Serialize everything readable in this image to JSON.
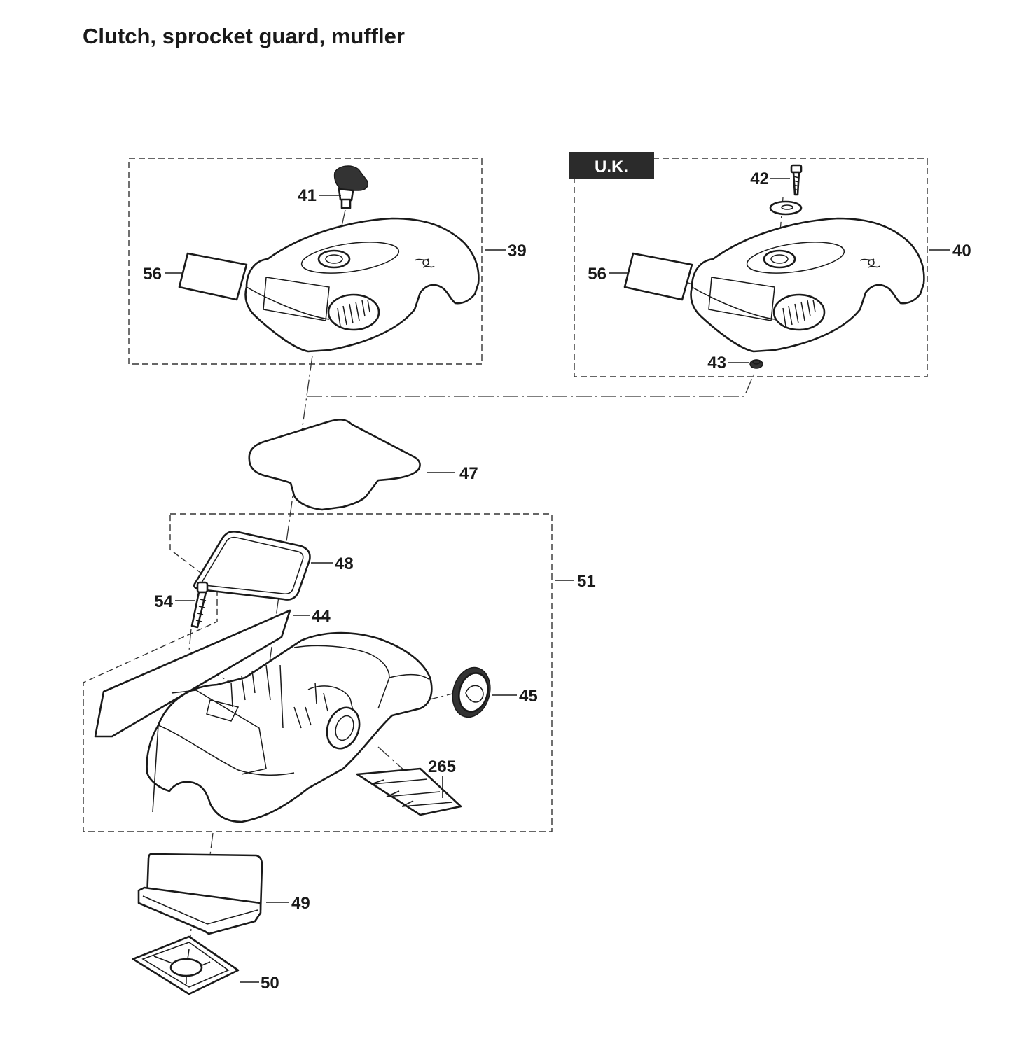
{
  "title": "Clutch, sprocket guard, muffler",
  "region_tag": "U.K.",
  "callouts": {
    "p39": "39",
    "p40": "40",
    "p41": "41",
    "p42": "42",
    "p43": "43",
    "p44": "44",
    "p45": "45",
    "p47": "47",
    "p48": "48",
    "p49": "49",
    "p50": "50",
    "p51": "51",
    "p54": "54",
    "p56a": "56",
    "p56b": "56",
    "p265": "265"
  }
}
